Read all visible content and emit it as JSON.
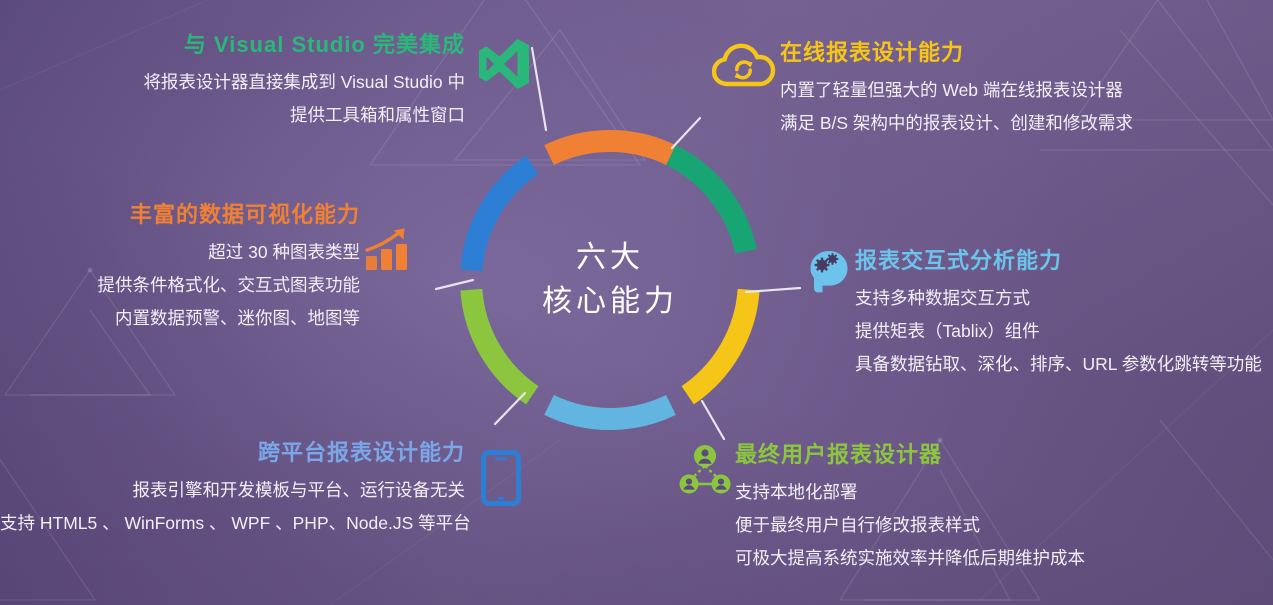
{
  "page": {
    "center_title_line1": "六大",
    "center_title_line2": "核心能力",
    "background_color": "#6a5688"
  },
  "blocks": [
    {
      "key": "visual_studio",
      "title": "与 Visual Studio 完美集成",
      "title_color": "#2ab87a",
      "icon": "visual-studio-icon",
      "align": "right",
      "lines": [
        "将报表设计器直接集成到 Visual Studio 中",
        "提供工具箱和属性窗口"
      ]
    },
    {
      "key": "online_designer",
      "title": "在线报表设计能力",
      "title_color": "#f5c518",
      "icon": "cloud-sync-icon",
      "align": "left",
      "lines": [
        "内置了轻量但强大的 Web 端在线报表设计器",
        "满足 B/S 架构中的报表设计、创建和修改需求"
      ]
    },
    {
      "key": "visualization",
      "title": "丰富的数据可视化能力",
      "title_color": "#f08033",
      "icon": "bar-chart-growth-icon",
      "align": "right",
      "lines": [
        "超过 30 种图表类型",
        "提供条件格式化、交互式图表功能",
        "内置数据预警、迷你图、地图等"
      ]
    },
    {
      "key": "interactive_analysis",
      "title": "报表交互式分析能力",
      "title_color": "#6cc4ec",
      "icon": "brain-gears-icon",
      "align": "left",
      "lines": [
        "支持多种数据交互方式",
        "提供矩表（Tablix）组件",
        "具备数据钻取、深化、排序、URL 参数化跳转等功能"
      ]
    },
    {
      "key": "cross_platform",
      "title": "跨平台报表设计能力",
      "title_color": "#7ba7e8",
      "icon": "mobile-device-icon",
      "align": "right",
      "lines": [
        "报表引擎和开发模板与平台、运行设备无关",
        "支持 HTML5 、 WinForms 、 WPF 、PHP、Node.JS 等平台"
      ]
    },
    {
      "key": "end_user_designer",
      "title": "最终用户报表设计器",
      "title_color": "#8cc63f",
      "icon": "user-network-icon",
      "align": "left",
      "lines": [
        "支持本地化部署",
        "便于最终用户自行修改报表样式",
        "可极大提高系统实施效率并降低后期维护成本"
      ]
    }
  ],
  "chart_data": {
    "type": "pie",
    "title": "六大核心能力",
    "note": "donut ring of six equal gapped arc segments",
    "categories": [
      "与 Visual Studio 完美集成",
      "在线报表设计能力",
      "报表交互式分析能力",
      "最终用户报表设计器",
      "跨平台报表设计能力",
      "丰富的数据可视化能力"
    ],
    "values": [
      1,
      1,
      1,
      1,
      1,
      1
    ],
    "colors": [
      "#17a673",
      "#f5c518",
      "#62b5e0",
      "#8cc63f",
      "#2d7fd6",
      "#f08033"
    ],
    "segment_start_angles_deg": [
      -64,
      4,
      64,
      124,
      184,
      244
    ],
    "segment_sweep_deg": 52,
    "inner_radius": 128,
    "outer_radius": 150,
    "legend": "none",
    "grid": false
  }
}
